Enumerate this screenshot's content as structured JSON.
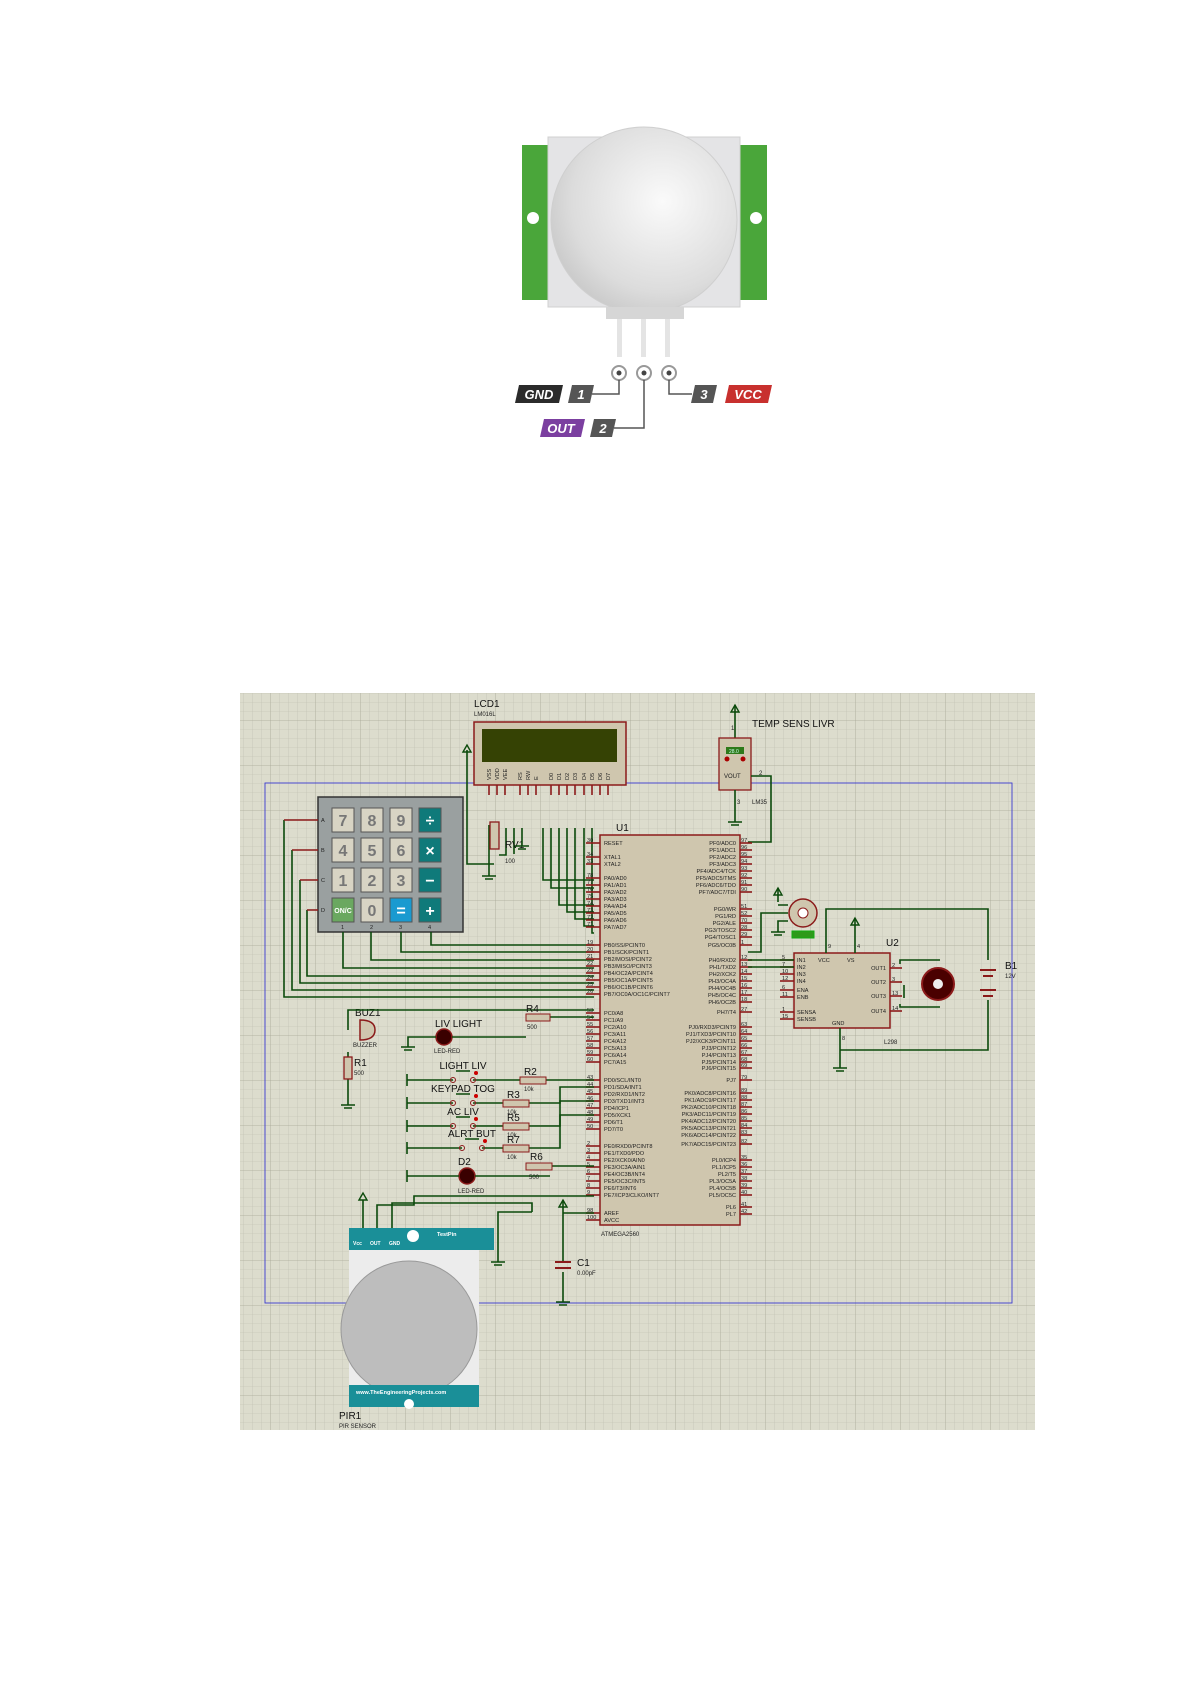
{
  "pir_module": {
    "pins": [
      {
        "number": "1",
        "name": "GND",
        "color": "#2b2b2b"
      },
      {
        "number": "2",
        "name": "OUT",
        "color": "#7b3fa0"
      },
      {
        "number": "3",
        "name": "VCC",
        "color": "#c8302e"
      }
    ]
  },
  "schematic": {
    "lcd": {
      "ref": "LCD1",
      "part": "LM016L",
      "pins": [
        "VSS",
        "VDD",
        "VEE",
        "RS",
        "RW",
        "E",
        "D0",
        "D1",
        "D2",
        "D3",
        "D4",
        "D5",
        "D6",
        "D7"
      ]
    },
    "rv1": {
      "ref": "RV1",
      "value": "100"
    },
    "temp": {
      "title": "TEMP SENS LIVR",
      "reading": "28.0",
      "pin_label": "VOUT",
      "part": "LM35",
      "pin1": "1",
      "pin2": "2",
      "pin3": "3"
    },
    "keypad": {
      "keys": [
        "7",
        "8",
        "9",
        "÷",
        "4",
        "5",
        "6",
        "×",
        "1",
        "2",
        "3",
        "−",
        "ON/C",
        "0",
        "=",
        "+"
      ],
      "rows": [
        "A",
        "B",
        "C",
        "D"
      ],
      "cols": [
        "1",
        "2",
        "3",
        "4"
      ]
    },
    "u1": {
      "ref": "U1",
      "part": "ATMEGA2560",
      "left": [
        [
          "30",
          "RESET"
        ],
        [
          "34",
          "XTAL1"
        ],
        [
          "33",
          "XTAL2"
        ],
        [
          "78",
          "PA0/AD0"
        ],
        [
          "77",
          "PA1/AD1"
        ],
        [
          "76",
          "PA2/AD2"
        ],
        [
          "75",
          "PA3/AD3"
        ],
        [
          "74",
          "PA4/AD4"
        ],
        [
          "73",
          "PA5/AD5"
        ],
        [
          "72",
          "PA6/AD6"
        ],
        [
          "71",
          "PA7/AD7"
        ],
        [
          "19",
          "PB0/SS/PCINT0"
        ],
        [
          "20",
          "PB1/SCK/PCINT1"
        ],
        [
          "21",
          "PB2/MOSI/PCINT2"
        ],
        [
          "22",
          "PB3/MISO/PCINT3"
        ],
        [
          "23",
          "PB4/OC2A/PCINT4"
        ],
        [
          "24",
          "PB5/OC1A/PCINT5"
        ],
        [
          "25",
          "PB6/OC1B/PCINT6"
        ],
        [
          "26",
          "PB7/OC0A/OC1C/PCINT7"
        ],
        [
          "53",
          "PC0/A8"
        ],
        [
          "54",
          "PC1/A9"
        ],
        [
          "55",
          "PC2/A10"
        ],
        [
          "56",
          "PC3/A11"
        ],
        [
          "57",
          "PC4/A12"
        ],
        [
          "58",
          "PC5/A13"
        ],
        [
          "59",
          "PC6/A14"
        ],
        [
          "60",
          "PC7/A15"
        ],
        [
          "43",
          "PD0/SCL/INT0"
        ],
        [
          "44",
          "PD1/SDA/INT1"
        ],
        [
          "45",
          "PD2/RXD1/INT2"
        ],
        [
          "46",
          "PD3/TXD1/INT3"
        ],
        [
          "47",
          "PD4/ICP1"
        ],
        [
          "48",
          "PD5/XCK1"
        ],
        [
          "49",
          "PD6/T1"
        ],
        [
          "50",
          "PD7/T0"
        ],
        [
          "2",
          "PE0/RXD0/PCINT8"
        ],
        [
          "3",
          "PE1/TXD0/PDO"
        ],
        [
          "4",
          "PE2/XCK0/AIN0"
        ],
        [
          "5",
          "PE3/OC3A/AIN1"
        ],
        [
          "6",
          "PE4/OC3B/INT4"
        ],
        [
          "7",
          "PE5/OC3C/INT5"
        ],
        [
          "8",
          "PE6/T3/INT6"
        ],
        [
          "9",
          "PE7/ICP3/CLKO/INT7"
        ],
        [
          "98",
          "AREF"
        ],
        [
          "100",
          "AVCC"
        ]
      ],
      "right": [
        [
          "97",
          "PF0/ADC0"
        ],
        [
          "96",
          "PF1/ADC1"
        ],
        [
          "95",
          "PF2/ADC2"
        ],
        [
          "94",
          "PF3/ADC3"
        ],
        [
          "93",
          "PF4/ADC4/TCK"
        ],
        [
          "92",
          "PF5/ADC5/TMS"
        ],
        [
          "91",
          "PF6/ADC6/TDO"
        ],
        [
          "90",
          "PF7/ADC7/TDI"
        ],
        [
          "51",
          "PG0/WR"
        ],
        [
          "52",
          "PG1/RD"
        ],
        [
          "70",
          "PG2/ALE"
        ],
        [
          "28",
          "PG3/TOSC2"
        ],
        [
          "29",
          "PG4/TOSC1"
        ],
        [
          "1",
          "PG5/OC0B"
        ],
        [
          "12",
          "PH0/RXD2"
        ],
        [
          "13",
          "PH1/TXD2"
        ],
        [
          "14",
          "PH2/XCK2"
        ],
        [
          "15",
          "PH3/OC4A"
        ],
        [
          "16",
          "PH4/OC4B"
        ],
        [
          "17",
          "PH5/OC4C"
        ],
        [
          "18",
          "PH6/OC2B"
        ],
        [
          "27",
          "PH7/T4"
        ],
        [
          "63",
          "PJ0/RXD3/PCINT9"
        ],
        [
          "64",
          "PJ1/TXD3/PCINT10"
        ],
        [
          "65",
          "PJ2/XCK3/PCINT11"
        ],
        [
          "66",
          "PJ3/PCINT12"
        ],
        [
          "67",
          "PJ4/PCINT13"
        ],
        [
          "68",
          "PJ5/PCINT14"
        ],
        [
          "69",
          "PJ6/PCINT15"
        ],
        [
          "79",
          "PJ7"
        ],
        [
          "89",
          "PK0/ADC8/PCINT16"
        ],
        [
          "88",
          "PK1/ADC9/PCINT17"
        ],
        [
          "87",
          "PK2/ADC10/PCINT18"
        ],
        [
          "86",
          "PK3/ADC11/PCINT19"
        ],
        [
          "85",
          "PK4/ADC12/PCINT20"
        ],
        [
          "84",
          "PK5/ADC13/PCINT21"
        ],
        [
          "83",
          "PK6/ADC14/PCINT22"
        ],
        [
          "82",
          "PK7/ADC15/PCINT23"
        ],
        [
          "35",
          "PL0/ICP4"
        ],
        [
          "36",
          "PL1/ICP5"
        ],
        [
          "37",
          "PL2/T5"
        ],
        [
          "38",
          "PL3/OC5A"
        ],
        [
          "39",
          "PL4/OC5B"
        ],
        [
          "40",
          "PL5/OC5C"
        ],
        [
          "41",
          "PL6"
        ],
        [
          "42",
          "PL7"
        ]
      ]
    },
    "u2": {
      "ref": "U2",
      "part": "L298",
      "left": [
        [
          "5",
          "IN1"
        ],
        [
          "7",
          "IN2"
        ],
        [
          "10",
          "IN3"
        ],
        [
          "12",
          "IN4"
        ],
        [
          "6",
          "ENA"
        ],
        [
          "11",
          "ENB"
        ],
        [
          "1",
          "SENSA"
        ],
        [
          "15",
          "SENSB"
        ]
      ],
      "right": [
        [
          "2",
          "OUT1"
        ],
        [
          "3",
          "OUT2"
        ],
        [
          "13",
          "OUT3"
        ],
        [
          "14",
          "OUT4"
        ]
      ],
      "top": [
        [
          "9",
          "VCC"
        ],
        [
          "4",
          "VS"
        ]
      ],
      "bottom": [
        [
          "8",
          "GND"
        ]
      ]
    },
    "battery": {
      "ref": "B1",
      "value": "12V"
    },
    "buzzer": {
      "ref": "BUZ1",
      "part": "BUZZER"
    },
    "r1": {
      "ref": "R1",
      "value": "500"
    },
    "r4": {
      "ref": "R4",
      "value": "500"
    },
    "r2": {
      "ref": "R2",
      "value": "10k"
    },
    "r3": {
      "ref": "R3",
      "value": "10k"
    },
    "r5": {
      "ref": "R5",
      "value": "10k"
    },
    "r7": {
      "ref": "R7",
      "value": "10k"
    },
    "r6": {
      "ref": "R6",
      "value": "500"
    },
    "led1": {
      "ref": "LIV LIGHT",
      "part": "LED-RED"
    },
    "d2": {
      "ref": "D2",
      "part": "LED-RED"
    },
    "buttons": [
      "LIGHT LIV",
      "KEYPAD TOG",
      "AC LIV",
      "ALRT BUT"
    ],
    "c1": {
      "ref": "C1",
      "value": "0.00pF"
    },
    "pir": {
      "ref": "PIR1",
      "part": "PIR SENSOR",
      "pins": [
        "Vcc",
        "OUT",
        "GND"
      ],
      "test": "TestPin",
      "site": "www.TheEngineeringProjects.com"
    },
    "colors": {
      "grid_bg": "#dcdccd",
      "wire": "#0b4a0b",
      "pin": "#8b1a1a",
      "frame": "#3a3ad0",
      "chip": "#cfc6ae"
    }
  }
}
